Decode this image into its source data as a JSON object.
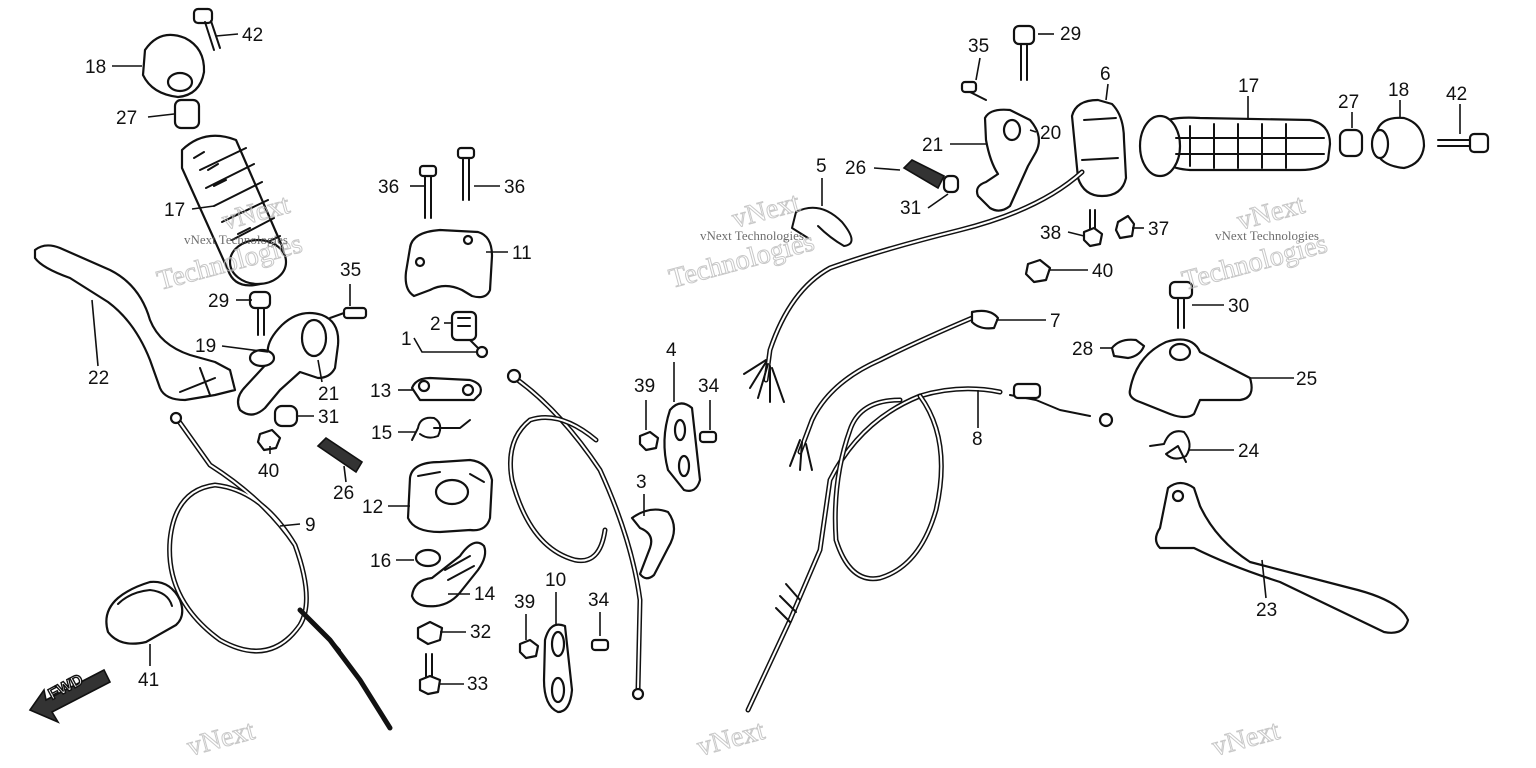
{
  "callouts": [
    "42",
    "18",
    "27",
    "17",
    "29",
    "35",
    "19",
    "22",
    "21",
    "31",
    "40",
    "26",
    "9",
    "41",
    "36",
    "36",
    "11",
    "2",
    "1",
    "13",
    "15",
    "12",
    "16",
    "14",
    "32",
    "33",
    "39",
    "4",
    "34",
    "3",
    "10",
    "39",
    "34",
    "5",
    "26",
    "31",
    "35",
    "29",
    "21",
    "20",
    "6",
    "17",
    "27",
    "18",
    "42",
    "38",
    "37",
    "40",
    "7",
    "8",
    "30",
    "28",
    "25",
    "24",
    "23"
  ],
  "watermark": {
    "small": "vNext Technologies",
    "big_top": "vNext",
    "big_bottom": "Technologies"
  },
  "fwd_label": "FWD"
}
